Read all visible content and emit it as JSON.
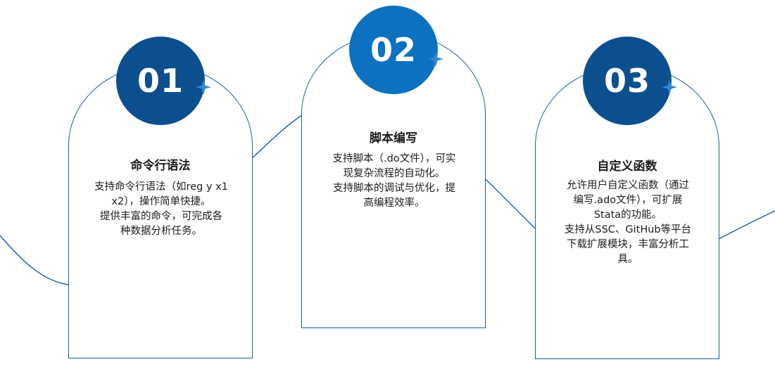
{
  "colors": {
    "line": "#1a5fa8",
    "badge_dark": "#0b4f8f",
    "badge_light": "#0b71c0",
    "star": "#2e86d6",
    "text": "#1c1c1c"
  },
  "steps": [
    {
      "number": "01",
      "title": "命令行语法",
      "lines": [
        "支持命令行语法（如reg y x1",
        "x2），操作简单快捷。",
        "提供丰富的命令，可完成各",
        "种数据分析任务。"
      ]
    },
    {
      "number": "02",
      "title": "脚本编写",
      "lines": [
        "支持脚本（.do文件），可实",
        "现复杂流程的自动化。",
        "支持脚本的调试与优化，提",
        "高编程效率。"
      ]
    },
    {
      "number": "03",
      "title": "自定义函数",
      "lines": [
        "允许用户自定义函数（通过",
        "编写.ado文件），可扩展",
        "Stata的功能。",
        "支持从SSC、GitHub等平台",
        "下载扩展模块，丰富分析工",
        "具。"
      ]
    }
  ]
}
